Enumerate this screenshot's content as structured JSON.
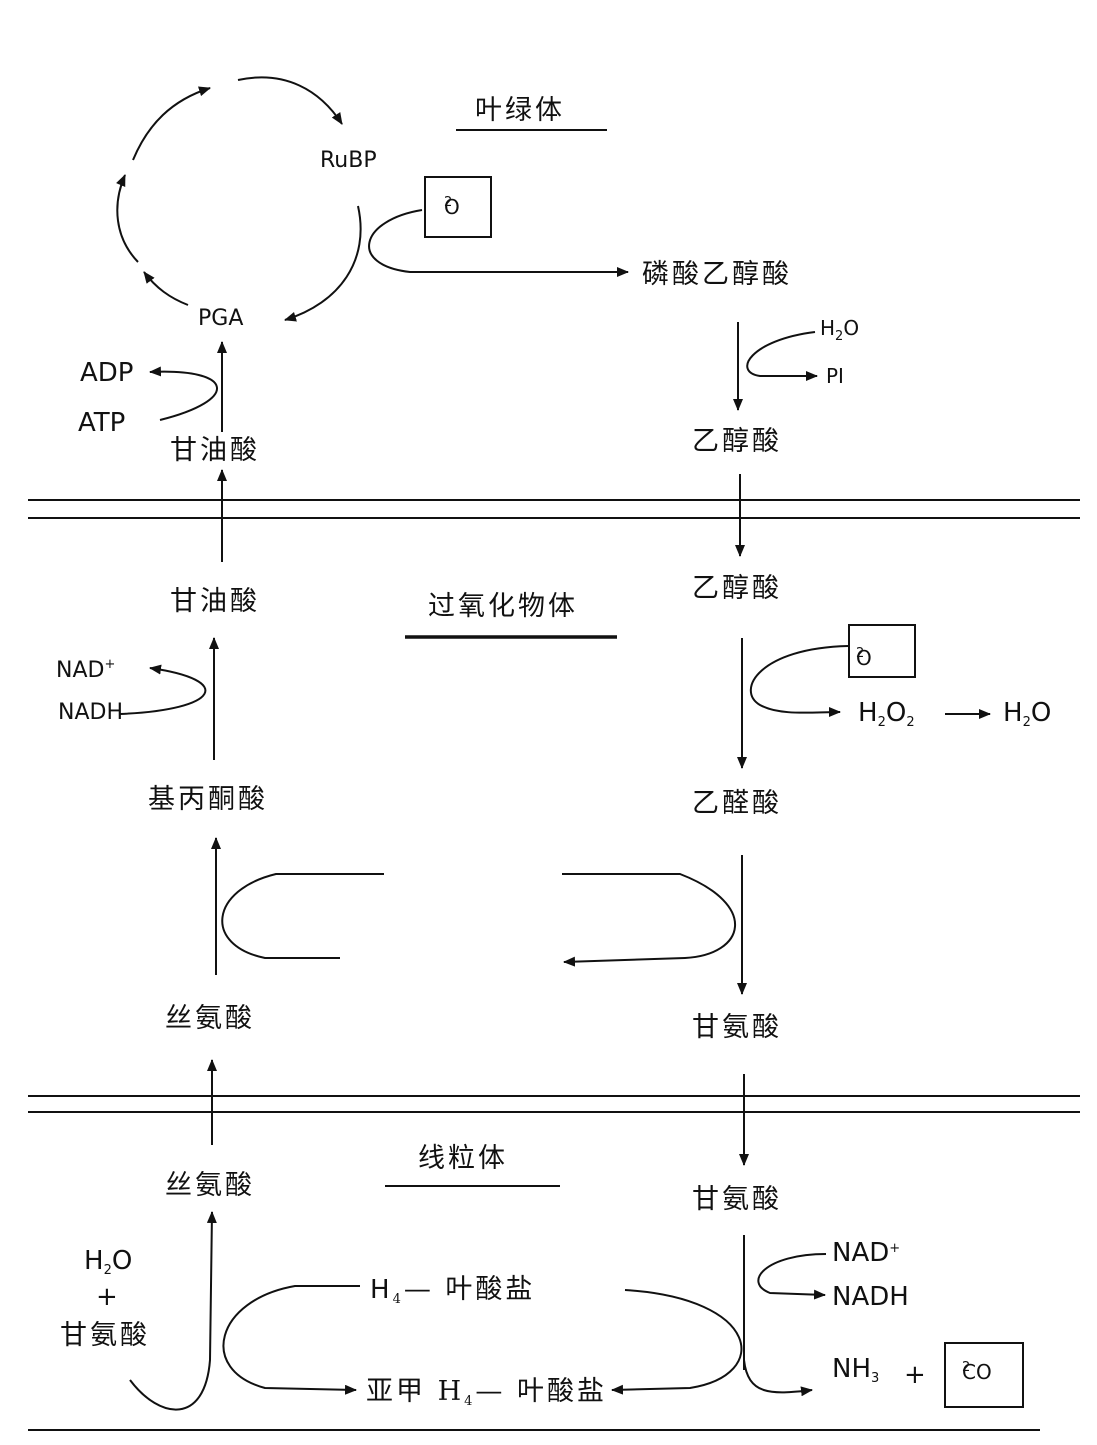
{
  "compartments": {
    "chloroplast": "叶绿体",
    "peroxisome": "过氧化物体",
    "mitochondrion": "线粒体"
  },
  "calvin": {
    "rubp": "RuBP",
    "pga": "PGA",
    "o2_main": "O",
    "o2_sub": "2"
  },
  "chloroplast_left": {
    "adp": "ADP",
    "atp": "ATP",
    "glycerate": "甘油酸"
  },
  "chloroplast_right": {
    "phosphoglycolate": "磷酸乙醇酸",
    "h2o_main": "H",
    "h2o_sub": "2",
    "h2o_tail": "O",
    "pi": "PI",
    "glycolate": "乙醇酸"
  },
  "peroxisome_left": {
    "glycerate": "甘油酸",
    "nad_main": "NAD",
    "nad_sup": "+",
    "nadh": "NADH",
    "hydroxypyruvate": "基丙酮酸",
    "serine": "丝氨酸"
  },
  "peroxisome_right": {
    "glycolate": "乙醇酸",
    "o2_main": "O",
    "o2_sub": "2",
    "h2o2_h": "H",
    "h2o2_sub1": "2",
    "h2o2_o": "O",
    "h2o2_sub2": "2",
    "water_h": "H",
    "water_sub": "2",
    "water_o": "O",
    "glyoxylate": "乙醛酸",
    "glycine": "甘氨酸"
  },
  "mitochondrion_left": {
    "serine": "丝氨酸",
    "h2o_main": "H",
    "h2o_sub": "2",
    "h2o_tail": "O",
    "plus": "+",
    "glycine": "甘氨酸",
    "thf_main": "H",
    "thf_sub": "4",
    "thf_tail": "— 叶酸盐",
    "methylene_pre": "亚甲 H",
    "methylene_sub": "4",
    "methylene_tail": "— 叶酸盐"
  },
  "mitochondrion_right": {
    "glycine": "甘氨酸",
    "nad_main": "NAD",
    "nad_sup": "+",
    "nadh": "NADH",
    "nh3_main": "NH",
    "nh3_sub": "3",
    "plus": "+",
    "co2_main": "CO",
    "co2_sub": "2"
  }
}
